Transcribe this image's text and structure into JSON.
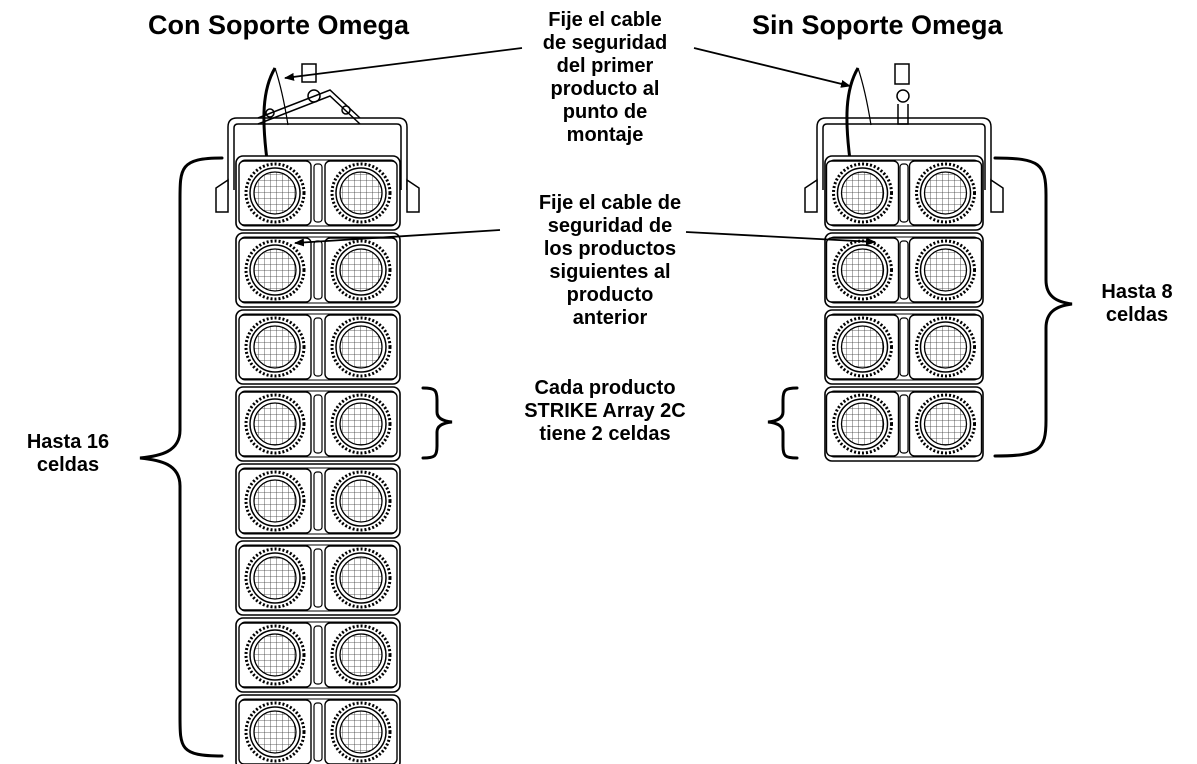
{
  "titles": {
    "left": "Con Soporte Omega",
    "right": "Sin Soporte Omega"
  },
  "callouts": {
    "first_product": "Fije el cable\nde seguridad\ndel primer\nproducto al\npunto de\nmontaje",
    "following_products": "Fije el cable de\nseguridad de\nlos productos\nsiguientes al\nproducto\nanterior",
    "each_product": "Cada producto\nSTRIKE Array 2C\ntiene 2 celdas"
  },
  "limits": {
    "left": "Hasta 16\nceldas",
    "right": "Hasta 8\nceldas"
  },
  "stacks": {
    "left_products": 8,
    "right_products": 4,
    "cells_per_product": 2
  }
}
